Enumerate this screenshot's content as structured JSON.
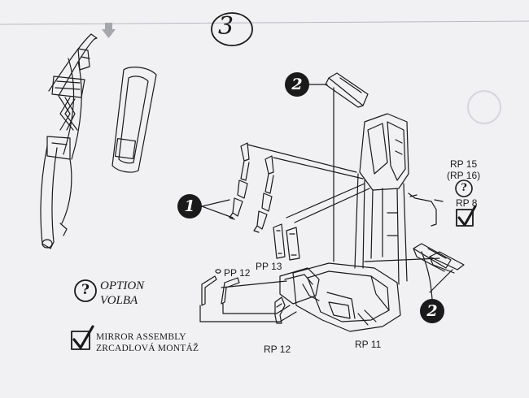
{
  "step": {
    "number": "3"
  },
  "callouts": [
    "1",
    "2",
    "2"
  ],
  "labels": {
    "rp15": "RP 15",
    "rp16": "(RP 16)",
    "rp8": "RP 8",
    "pp13": "PP 13",
    "pp12": "PP 12",
    "rp12": "RP 12",
    "rp11": "RP 11"
  },
  "legend": {
    "option_line1": "OPTION",
    "option_line2": "VOLBA",
    "mirror_line1": "MIRROR  ASSEMBLY",
    "mirror_line2": "ZRCADLOVÁ MONTÁŽ"
  },
  "colors": {
    "ink": "#1a1a1a",
    "paper": "#f1f0f3"
  }
}
